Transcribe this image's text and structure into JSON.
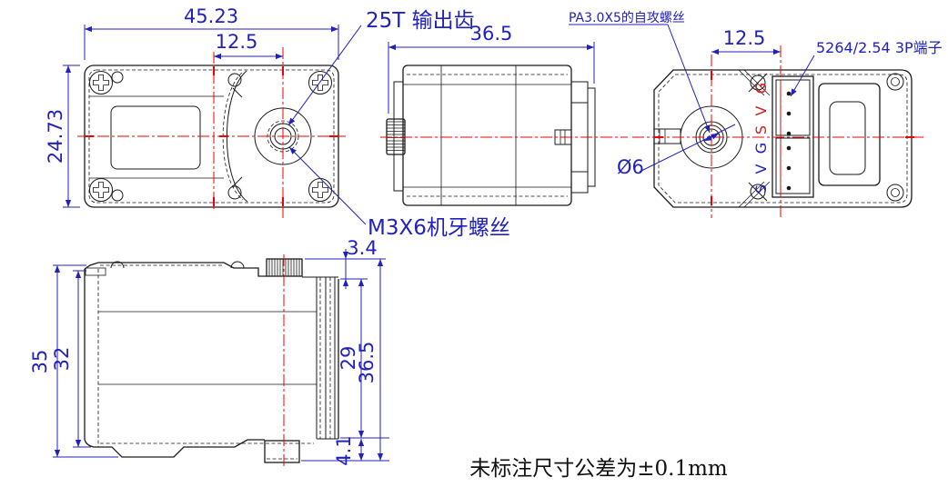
{
  "drawing": {
    "note": "未标注尺寸公差为±0.1mm",
    "callouts": {
      "output_gear": "25T 输出齿",
      "self_tapping_screw": "PA3.0X5的自攻螺丝",
      "terminal": "5264/2.54 3P端子",
      "machine_screw": "M3X6机牙螺丝",
      "shaft_diameter": "Ø6"
    },
    "dimensions": {
      "top_view": {
        "overall_width": "45.23",
        "shaft_offset": "12.5",
        "overall_depth": "24.73"
      },
      "front_view": {
        "body_width": "36.5"
      },
      "bottom_view": {
        "connector_offset": "12.5"
      },
      "side_view": {
        "case_height": "35",
        "body_height": "32",
        "shaft_above_flange": "3.4",
        "flange_height": "29",
        "overall_height": "36.5",
        "plug_depth": "4.1"
      }
    },
    "connector_pins": {
      "upper": [
        "G",
        "V",
        "S"
      ],
      "lower": [
        "G",
        "V",
        "S"
      ]
    },
    "colors": {
      "dimension_blue": "#2121bd",
      "centerline_red": "#f00000",
      "outline_black": "#1a1a1a",
      "pin_label_red": "#d02020",
      "pin_label_blue": "#2121bd"
    }
  }
}
